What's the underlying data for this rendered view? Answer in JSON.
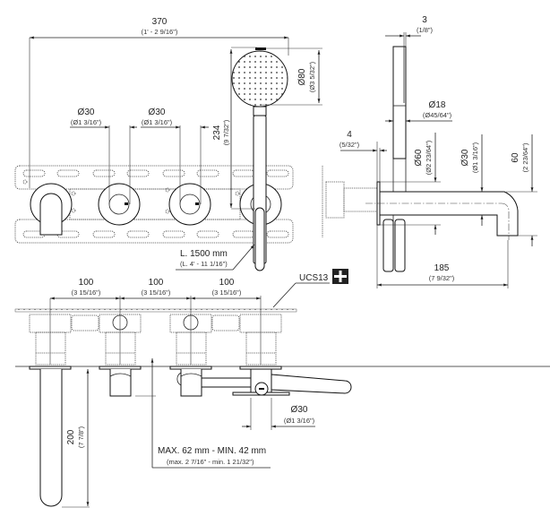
{
  "drawing": {
    "top_view": {
      "overall_width": {
        "value": "370",
        "imperial": "(1' - 2 9/16\")"
      },
      "knob_left_dia": {
        "value": "Ø30",
        "imperial": "(Ø1 3/16\")"
      },
      "knob_right_dia": {
        "value": "Ø30",
        "imperial": "(Ø1 3/16\")"
      },
      "hand_shower_height": {
        "value": "234",
        "imperial": "(9 7/32\")"
      },
      "shower_head_dia": {
        "value": "Ø80",
        "imperial": "(Ø3 5/32\")"
      },
      "hose_length": {
        "value": "L. 1500 mm",
        "imperial": "(L. 4' - 11 1/16\")"
      }
    },
    "side_view": {
      "head_thickness": {
        "value": "3",
        "imperial": "(1/8\")"
      },
      "handle_dia": {
        "value": "Ø18",
        "imperial": "(Ø45/64\")"
      },
      "plate_thickness": {
        "value": "4",
        "imperial": "(5/32\")"
      },
      "flange_dia": {
        "value": "Ø60",
        "imperial": "(Ø2 23/64\")"
      },
      "spout_dia": {
        "value": "Ø30",
        "imperial": "(Ø1 3/16\")"
      },
      "spout_height": {
        "value": "60",
        "imperial": "(2 23/64\")"
      },
      "spout_projection": {
        "value": "185",
        "imperial": "(7 9/32\")"
      }
    },
    "front_view": {
      "spacing_1": {
        "value": "100",
        "imperial": "(3 15/16\")"
      },
      "spacing_2": {
        "value": "100",
        "imperial": "(3 15/16\")"
      },
      "spacing_3": {
        "value": "100",
        "imperial": "(3 15/16\")"
      },
      "rough_in_label": "UCS13",
      "rough_in_icon": "plus-icon",
      "spout_length": {
        "value": "200",
        "imperial": "(7 7/8\")"
      },
      "wall_depth": {
        "value": "MAX. 62 mm - MIN. 42 mm",
        "imperial": "(max. 2 7/16\" - min. 1 21/32\")"
      },
      "holder_dia": {
        "value": "Ø30",
        "imperial": "(Ø1 3/16\")"
      }
    }
  }
}
